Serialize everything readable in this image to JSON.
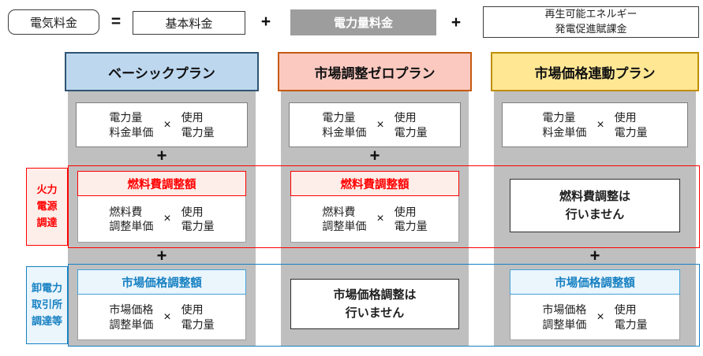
{
  "formula": {
    "total": "電気料金",
    "basic": "基本料金",
    "energy": "電力量料金",
    "renewable": "再生可能エネルギー\n発電促進賦課金"
  },
  "ops": {
    "equals": "=",
    "plus": "+",
    "times": "×"
  },
  "side_labels": {
    "fuel": "火力\n電源\n調達",
    "market": "卸電力\n取引所\n調達等"
  },
  "plans": [
    {
      "name": "ベーシックプラン",
      "energy": {
        "left": "電力量\n料金単価",
        "right": "使用\n電力量"
      },
      "fuel": {
        "title": "燃料費調整額",
        "left": "燃料費\n調整単価",
        "right": "使用\n電力量"
      },
      "market": {
        "title": "市場価格調整額",
        "left": "市場価格\n調整単価",
        "right": "使用\n電力量"
      }
    },
    {
      "name": "市場調整ゼロプラン",
      "energy": {
        "left": "電力量\n料金単価",
        "right": "使用\n電力量"
      },
      "fuel": {
        "title": "燃料費調整額",
        "left": "燃料費\n調整単価",
        "right": "使用\n電力量"
      },
      "market_none": "市場価格調整は\n行いません"
    },
    {
      "name": "市場価格連動プラン",
      "energy": {
        "left": "電力量\n料金単価",
        "right": "使用\n電力量"
      },
      "fuel_none": "燃料費調整は\n行いません",
      "market": {
        "title": "市場価格調整額",
        "left": "市場価格\n調整単価",
        "right": "使用\n電力量"
      }
    }
  ],
  "colors": {
    "column_bg": "#bfbfbf",
    "energy_charge_bg": "#9d9d9d",
    "plan_basic_bg": "#bdd7ee",
    "plan_basic_border": "#2f5373",
    "plan_zero_bg": "#fbc9c0",
    "plan_zero_border": "#c55a11",
    "plan_market_bg": "#ffe794",
    "plan_market_border": "#bf8f00",
    "fuel_accent": "#ff0000",
    "fuel_light_bg": "#fdeee9",
    "market_accent": "#1781c2",
    "market_light_bg": "#eaf5fc",
    "ink": "#1f1f1f"
  }
}
